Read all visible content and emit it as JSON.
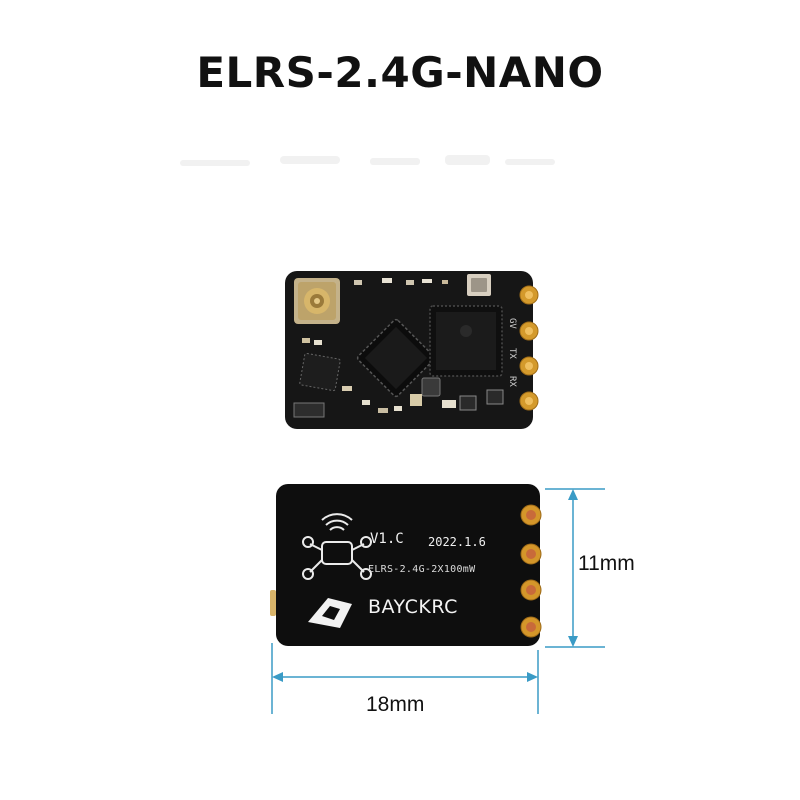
{
  "title": "ELRS-2.4G-NANO",
  "back_board": {
    "version": "V1.C",
    "date": "2022.1.6",
    "model": "ELRS-2.4G-2X100mW",
    "brand": "BAYCKRC"
  },
  "dimensions": {
    "height": "11mm",
    "width": "18mm"
  },
  "colors": {
    "pcb": "#111111",
    "gold_pad": "#d49a2c",
    "dimension_line": "#3a9bc6"
  }
}
